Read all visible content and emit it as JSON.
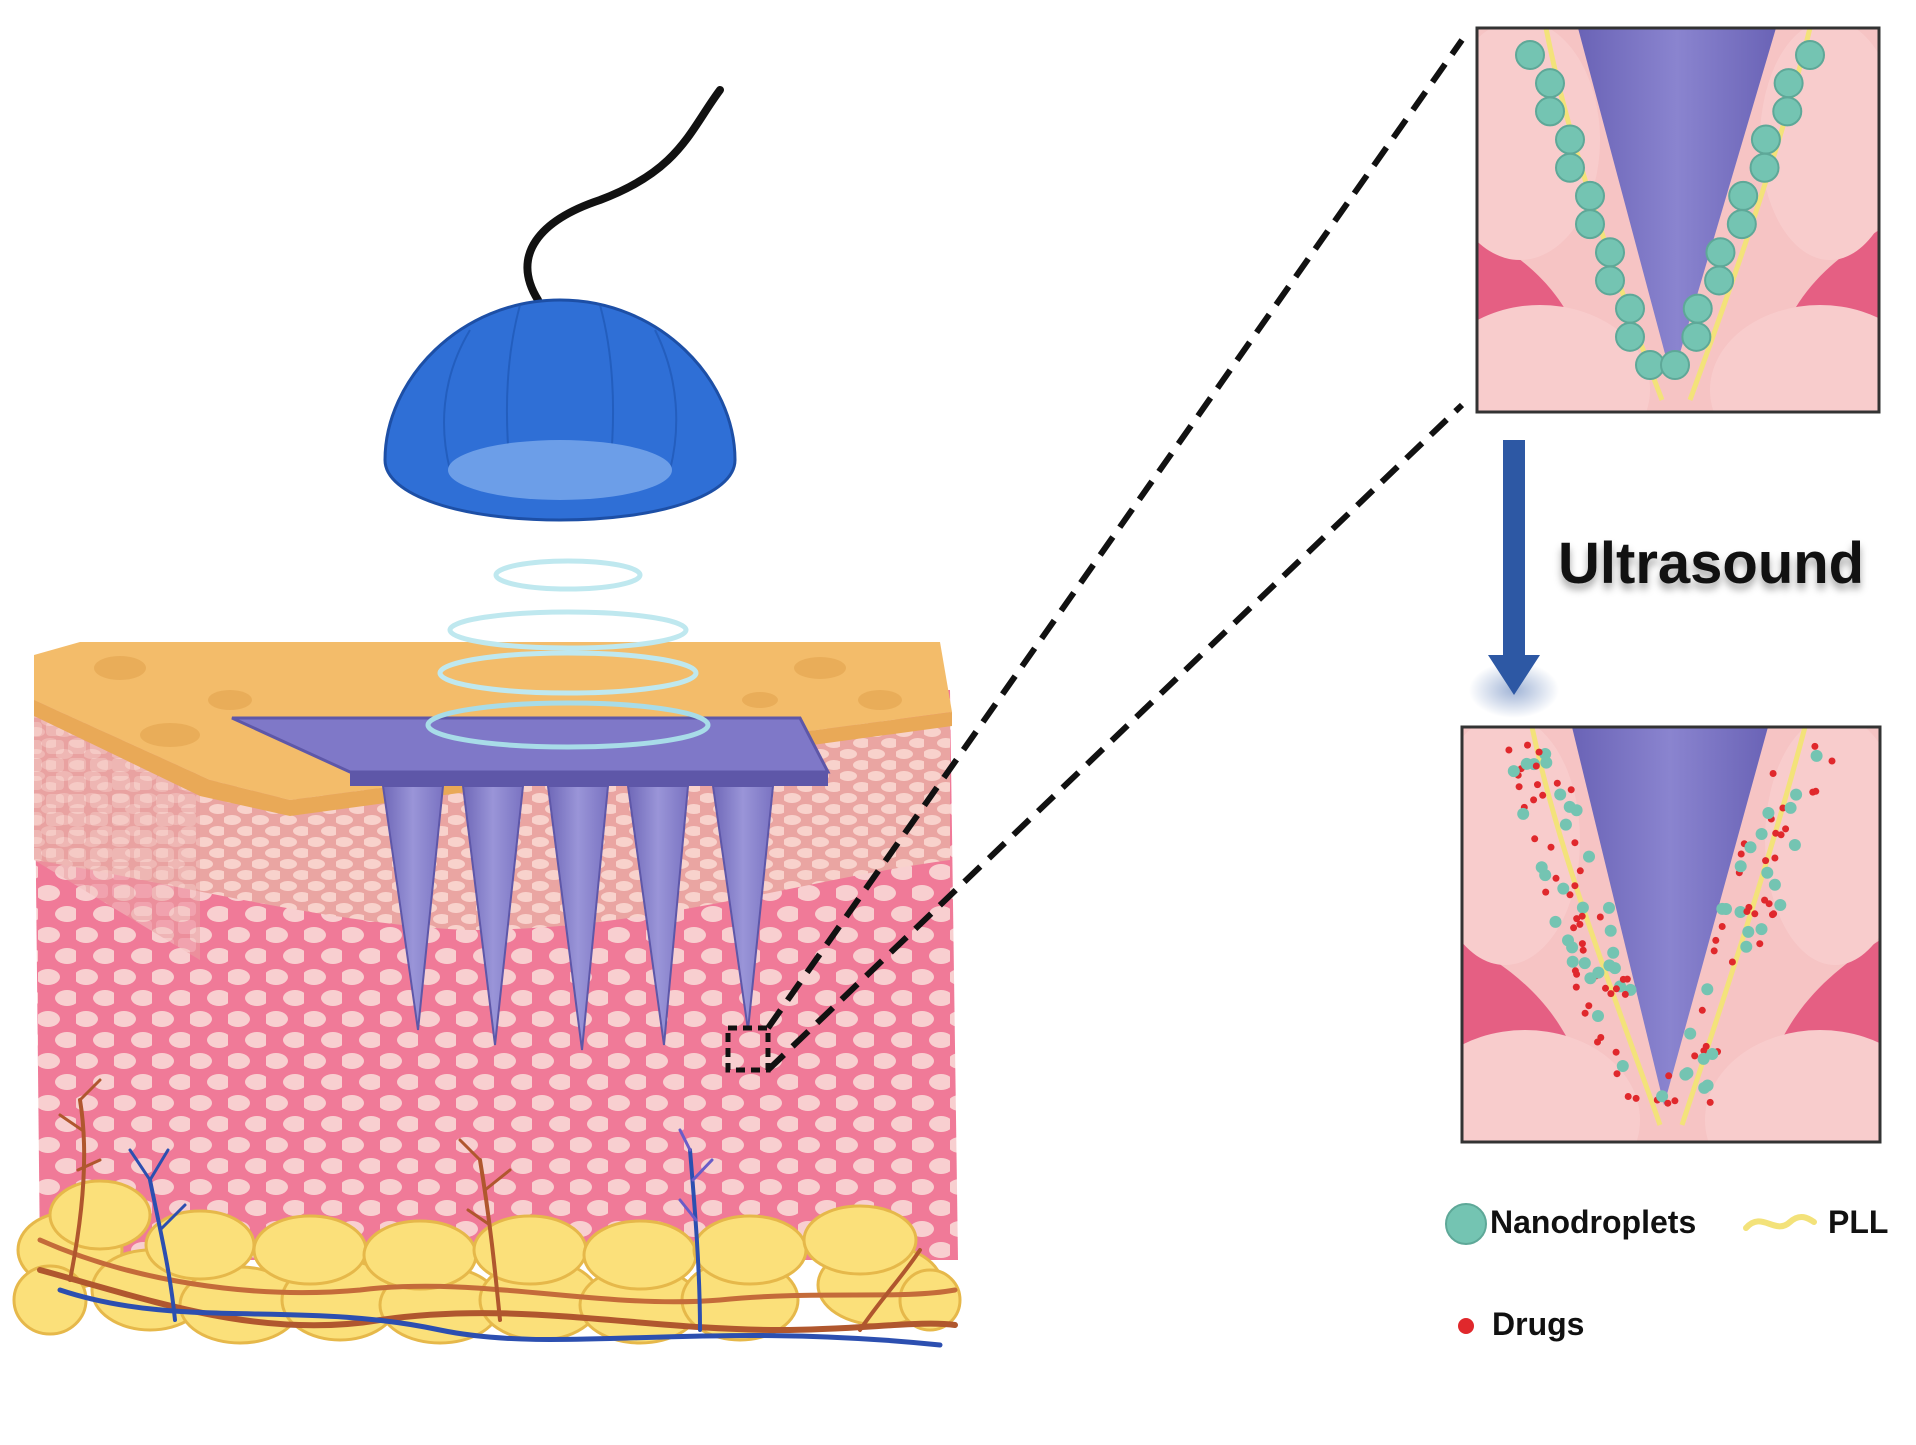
{
  "labels": {
    "ultrasound": "Ultrasound",
    "nanodroplets": "Nanodroplets",
    "pll": "PLL",
    "drugs": "Drugs"
  },
  "colors": {
    "transducer": "#2f6fd6",
    "microneedle": "#7f78c8",
    "epidermis": "#f2b866",
    "dermis": "#f07a98",
    "cell": "#f6c9c8",
    "nanodroplet": "#74c4b2",
    "pll": "#f3e27a",
    "drug": "#e0282c",
    "arrow": "#2d58a4"
  }
}
